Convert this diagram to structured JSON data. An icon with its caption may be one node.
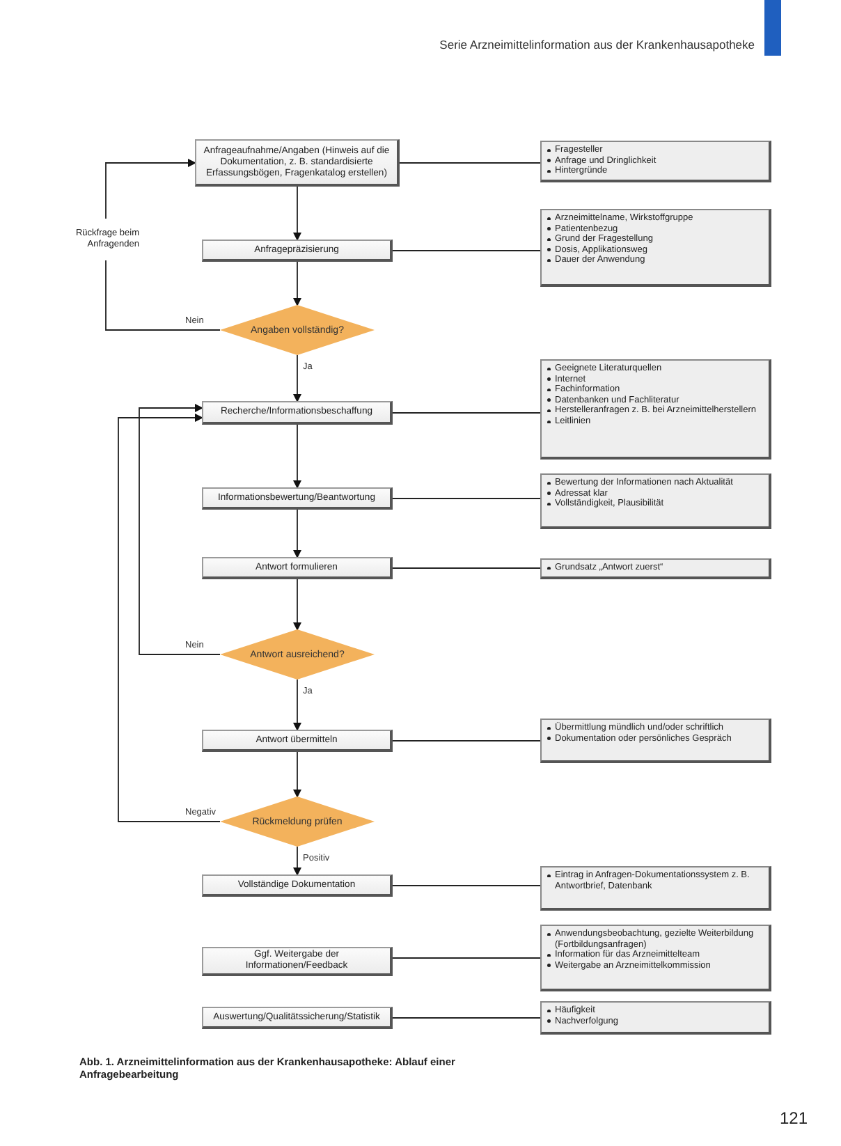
{
  "diagram": {
    "caption": "Abb. 1. Arzneimittelinformation aus der Krankenhausapotheke: Ablauf einer Anfragebearbeitung",
    "nodes": [
      {
        "text": [
          "Anfrageaufnahme/Angaben (Hinweis auf die Dokumentation, z. B. standardisierte Erfassungsbögen, Fragenkatalog erstellen)"
        ]
      },
      {
        "text": [
          "Fragesteller",
          "Anfrage und Dringlichkeit",
          "Hintergründe"
        ]
      },
      {
        "text": [
          "Rückfrage beim Anfragenden"
        ]
      },
      {
        "text": [
          "Anfragepräzisierung"
        ]
      },
      {
        "text": [
          "Arzneimittelname, Wirkstoffgruppe",
          "Patientenbezug",
          "Grund der Fragestellung",
          "Dosis, Applikationsweg",
          "Dauer der Anwendung"
        ]
      },
      {
        "text": [
          "Angaben vollständig?"
        ]
      },
      {
        "text": [
          "Recherche/Informationsbeschaffung"
        ]
      },
      {
        "text": [
          "Geeignete Literaturquellen",
          "Internet",
          "Fachinformation",
          "Datenbanken und Fachliteratur",
          "Herstelleranfragen z. B. bei Arzneimittelherstellern",
          "Leitlinien"
        ]
      },
      {
        "text": [
          "Informationsbewertung/Beantwortung"
        ]
      },
      {
        "text": [
          "Bewertung der Informationen nach Aktualität",
          "Adressat klar",
          "Vollständigkeit, Plausibilität"
        ]
      },
      {
        "text": [
          "Antwort formulieren"
        ]
      },
      {
        "text": [
          "Grundsatz „Antwort zuerst“"
        ]
      },
      {
        "text": [
          "Antwort ausreichend?"
        ]
      },
      {
        "text": [
          "Antwort übermitteln"
        ]
      },
      {
        "text": [
          "Übermittlung mündlich und/oder schriftlich",
          "Dokumentation oder persönliches Gespräch"
        ]
      },
      {
        "text": [
          "Rückmeldung prüfen"
        ]
      },
      {
        "text": [
          "Vollständige Dokumentation"
        ]
      },
      {
        "text": [
          "Eintrag in Anfragen-Dokumentationssystem z. B. Antwortbrief, Datenbank"
        ]
      },
      {
        "text": [
          "Ggf. Weitergabe der Informationen/Feedback"
        ]
      },
      {
        "text": [
          "Anwendungsbeobachtung, gezielte Weiterbildung (Fortbildungsanfragen)",
          "Information für das Arzneimittelteam",
          "Weitergabe an Arzneimittelkommission"
        ]
      },
      {
        "text": [
          "Auswertung/Qualitätssicherung/Statistik"
        ]
      },
      {
        "text": [
          "Häufigkeit",
          "Nachverfolgung"
        ]
      }
    ],
    "edges": [
      {
        "from": 0,
        "to": 3,
        "arrow": "to"
      },
      {
        "from": 3,
        "to": 5,
        "arrow": "to"
      },
      {
        "from": 5,
        "to": 6,
        "arrow": "to",
        "label": "Ja"
      },
      {
        "from": 6,
        "to": 8,
        "arrow": "to"
      },
      {
        "from": 8,
        "to": 10,
        "arrow": "to"
      },
      {
        "from": 10,
        "to": 12,
        "arrow": "to"
      },
      {
        "from": 12,
        "to": 13,
        "arrow": "to",
        "label": "Ja"
      },
      {
        "from": 13,
        "to": 15,
        "arrow": "to"
      },
      {
        "from": 15,
        "to": 16,
        "arrow": "to",
        "label": "Positiv"
      },
      {
        "from": 5,
        "to": 2,
        "arrow": "none",
        "label": "Nein"
      },
      {
        "from": 2,
        "to": 0,
        "arrow": "to"
      },
      {
        "from": 12,
        "to": 6,
        "arrow": "to",
        "label": "Nein"
      },
      {
        "from": 15,
        "to": 6,
        "arrow": "to",
        "label": "Negativ"
      },
      {
        "from": 0,
        "to": 1,
        "arrow": "none"
      },
      {
        "from": 3,
        "to": 4,
        "arrow": "none"
      },
      {
        "from": 6,
        "to": 7,
        "arrow": "none"
      },
      {
        "from": 8,
        "to": 9,
        "arrow": "none"
      },
      {
        "from": 10,
        "to": 11,
        "arrow": "none"
      },
      {
        "from": 13,
        "to": 14,
        "arrow": "none"
      },
      {
        "from": 16,
        "to": 17,
        "arrow": "none"
      },
      {
        "from": 18,
        "to": 19,
        "arrow": "none"
      },
      {
        "from": 20,
        "to": 21,
        "arrow": "none"
      }
    ],
    "labels": [
      "Serie Arzneimittelinformation aus der Krankenhausapotheke",
      "121"
    ]
  }
}
